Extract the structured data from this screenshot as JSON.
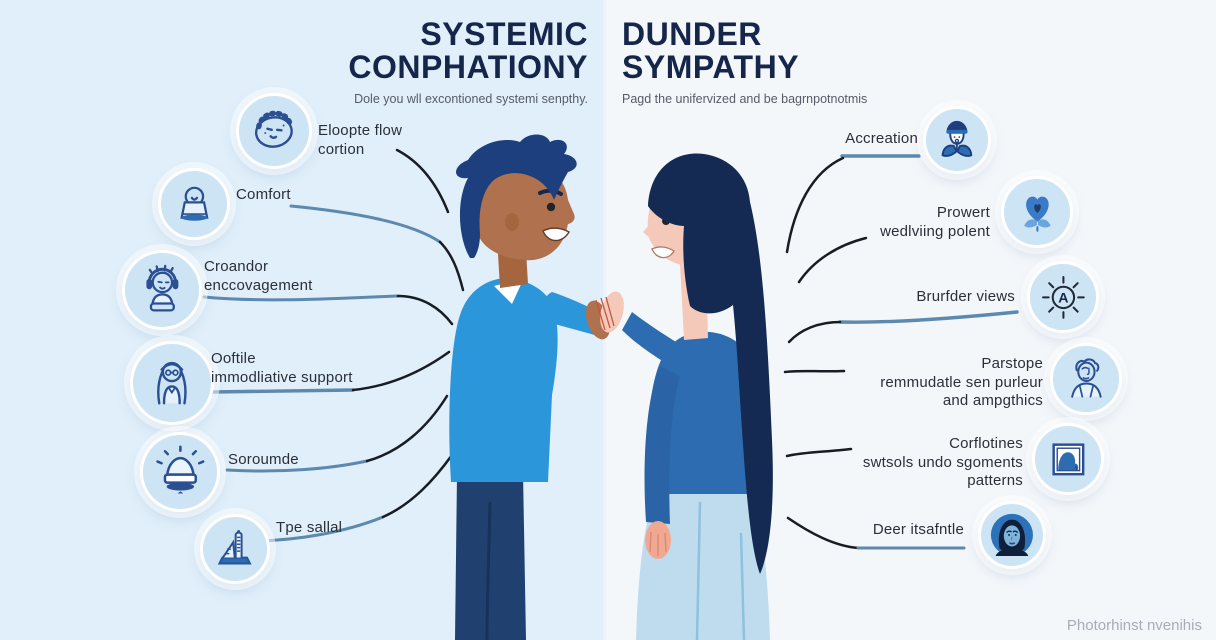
{
  "left": {
    "title": "SYSTEMIC\nCONPHATIONY",
    "subtitle": "Dole you wll excontioned systemi senpthy.",
    "items": [
      {
        "label": "Eloopte flow\ncortion",
        "icon": "brain-face-icon"
      },
      {
        "label": "Comfort",
        "icon": "comfort-bag-icon"
      },
      {
        "label": "Croandor\nenccovagement",
        "icon": "headphones-person-icon"
      },
      {
        "label": "Ooftile\nimmodliative support",
        "icon": "longhair-person-icon"
      },
      {
        "label": "Soroumde",
        "icon": "glowing-lamp-icon"
      },
      {
        "label": "Tpe sallal",
        "icon": "building-icon"
      }
    ]
  },
  "right": {
    "title": "DUNDER\nSYMPATHY",
    "subtitle": "Pagd the unifervized and be bagrnpotnotmis",
    "items": [
      {
        "label": "Accreation",
        "icon": "capped-person-icon"
      },
      {
        "label": "Prowert\nwedlviing polent",
        "icon": "heart-in-hands-icon"
      },
      {
        "label": "Brurfder views",
        "icon": "sun-letter-a-icon"
      },
      {
        "label": "Parstope\nremmudatle sen purleur\nand ampgthics",
        "icon": "thinking-person-icon"
      },
      {
        "label": "Corflotines\nswtsols undo sgoments\npatterns",
        "icon": "framed-portrait-icon"
      },
      {
        "label": "Deer itsafntle",
        "icon": "face-portrait-icon"
      }
    ]
  },
  "watermark": "Photorhinst nvenihis",
  "colors": {
    "left_bg": "#e0effa",
    "right_bg": "#f4f7fa",
    "title": "#15264a",
    "label": "#2b2f38",
    "icon_circle": "#cde4f5",
    "icon_line": "#2b4f93",
    "connector_blue": "#5d89ae",
    "connector_dark": "#191c22",
    "man_shirt": "#2c96da",
    "man_pants": "#20416f",
    "man_skin": "#b0714e",
    "man_hair": "#1d3f7d",
    "woman_hair": "#152a52",
    "woman_skin": "#f5c9ba",
    "woman_top": "#2e6cb2",
    "woman_skirt": "#bfdcee"
  }
}
